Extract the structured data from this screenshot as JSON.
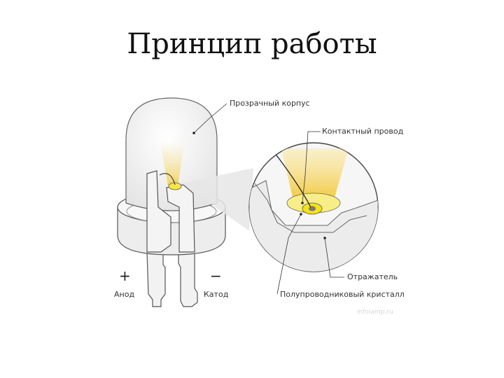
{
  "title": "Принцип работы",
  "labels": {
    "body": "Прозрачный корпус",
    "wire": "Контактный провод",
    "reflector": "Отражатель",
    "crystal": "Полупроводниковый кристалл",
    "anode": "Анод",
    "cathode": "Катод",
    "plus": "+",
    "minus": "−"
  },
  "watermark": "infoiamp.ru",
  "colors": {
    "glow": "#f5d96a",
    "crystal_yellow": "#f7e64a",
    "outline": "#555555",
    "shell": "#f4f4f4"
  }
}
